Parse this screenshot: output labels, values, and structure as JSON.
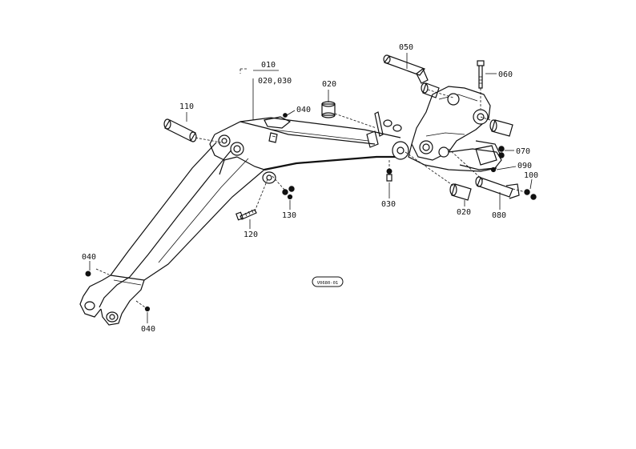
{
  "diagram": {
    "callouts": {
      "c010": "010",
      "c020_030": "020,030",
      "c020_top": "020",
      "c040_top": "040",
      "c110": "110",
      "c050": "050",
      "c060": "060",
      "c070": "070",
      "c090": "090",
      "c100": "100",
      "c030": "030",
      "c020_bottom": "020",
      "c080": "080",
      "c130": "130",
      "c120": "120",
      "c040_left": "040",
      "c040_bottom": "040"
    },
    "stamp": "V0680-01",
    "colors": {
      "ink": "#111111",
      "paper": "#ffffff"
    }
  }
}
